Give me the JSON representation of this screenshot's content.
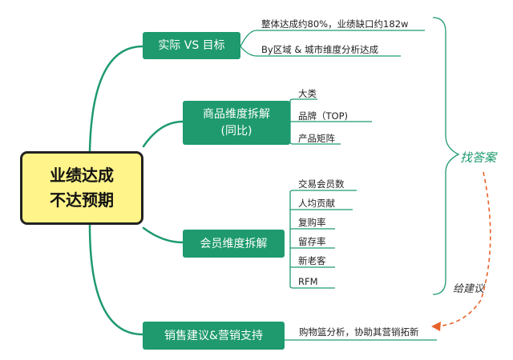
{
  "central": {
    "line1": "业绩达成",
    "line2": "不达预期"
  },
  "branches": [
    {
      "label": "实际 VS 目标",
      "leaves": [
        "整体达成约80%，业绩缺口约182w",
        "By区域 & 城市维度分析达成"
      ]
    },
    {
      "label_line1": "商品维度拆解",
      "label_line2": "(同比)",
      "leaves": [
        "大类",
        "品牌（TOP)",
        "产品矩阵"
      ]
    },
    {
      "label": "会员维度拆解",
      "leaves": [
        "交易会员数",
        "人均贡献",
        "复购率",
        "留存率",
        "新老客",
        "RFM"
      ]
    },
    {
      "label": "销售建议&营销支持",
      "leaves": [
        "购物篮分析，协助其营销拓新"
      ]
    }
  ],
  "annotations": {
    "find_answer": "找答案",
    "give_advice": "给建议"
  },
  "colors": {
    "branch": "#1e9a6e",
    "central_fill": "#fff48a",
    "arrow": "#e8622a"
  }
}
